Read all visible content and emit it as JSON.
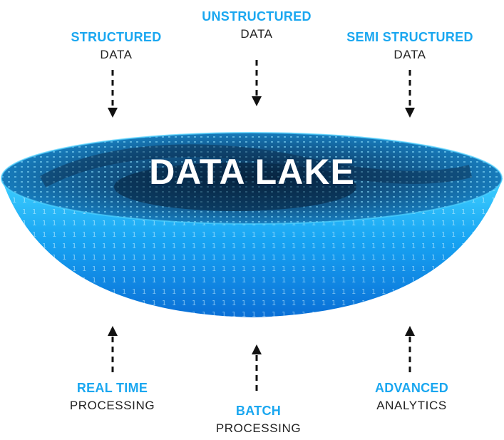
{
  "lake": {
    "title": "DATA LAKE"
  },
  "inputs": [
    {
      "title": "STRUCTURED",
      "subtitle": "DATA"
    },
    {
      "title": "UNSTRUCTURED",
      "subtitle": "DATA"
    },
    {
      "title": "SEMI STRUCTURED",
      "subtitle": "DATA"
    }
  ],
  "outputs": [
    {
      "title": "REAL TIME",
      "subtitle": "PROCESSING"
    },
    {
      "title": "BATCH",
      "subtitle": "PROCESSING"
    },
    {
      "title": "ADVANCED",
      "subtitle": "ANALYTICS"
    }
  ],
  "colors": {
    "accent": "#1aa7f0",
    "text": "#222222",
    "lake_dark": "#0a2f55",
    "lake_light": "#35c6ff"
  }
}
